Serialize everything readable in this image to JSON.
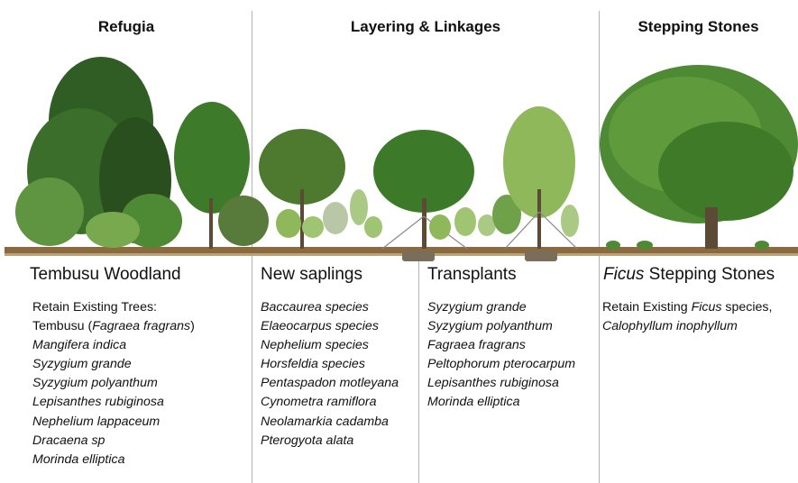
{
  "headers": {
    "refugia": "Refugia",
    "layering": "Layering  & Linkages",
    "stepping": "Stepping Stones"
  },
  "columns": {
    "tembusu": {
      "title": "Tembusu Woodland",
      "items": [
        "Retain Existing Trees:",
        "Tembusu (",
        "Fagraea fragrans",
        ")",
        "Mangifera indica",
        "Syzygium grande",
        "Syzygium polyanthum",
        "Lepisanthes rubiginosa",
        "Nephelium lappaceum",
        "Dracaena sp",
        "Morinda elliptica"
      ]
    },
    "saplings": {
      "title": "New saplings",
      "items": [
        "Baccaurea species",
        "Elaeocarpus species",
        "Nephelium species",
        "Horsfeldia species",
        "Pentaspadon motleyana",
        "Cynometra ramiflora",
        "Neolamarkia cadamba",
        "Pterogyota alata"
      ]
    },
    "transplants": {
      "title": "Transplants",
      "items": [
        "Syzygium grande",
        "Syzygium polyanthum",
        "Fagraea fragrans",
        "Peltophorum pterocarpum",
        "Lepisanthes rubiginosa",
        "Morinda elliptica"
      ]
    },
    "ficus": {
      "title_italic": "Ficus",
      "title_rest": " Stepping Stones",
      "line1_a": "Retain Existing ",
      "line1_b": "Ficus",
      "line1_c": " species,",
      "line2": "Calophyllum inophyllum"
    }
  },
  "colors": {
    "ground": "#8a6a3e",
    "canopy_dark": "#2f5d24",
    "canopy_mid": "#4e8a33",
    "canopy_light": "#8fb85a",
    "trunk": "#5b4a35",
    "divider": "#b3b3b3"
  }
}
